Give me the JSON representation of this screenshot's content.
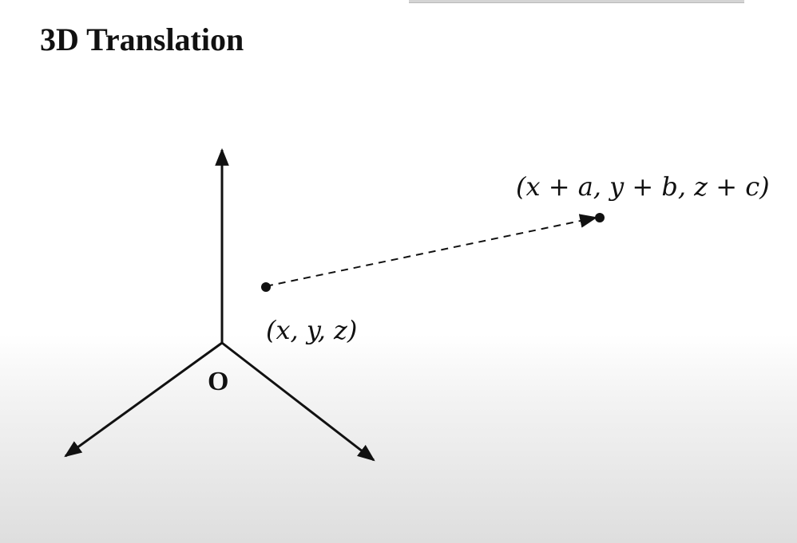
{
  "title": "3D Translation",
  "origin_label": "O",
  "start_point_label": "(x, y, z)",
  "end_point_label": "(x + a, y + b, z + c)"
}
